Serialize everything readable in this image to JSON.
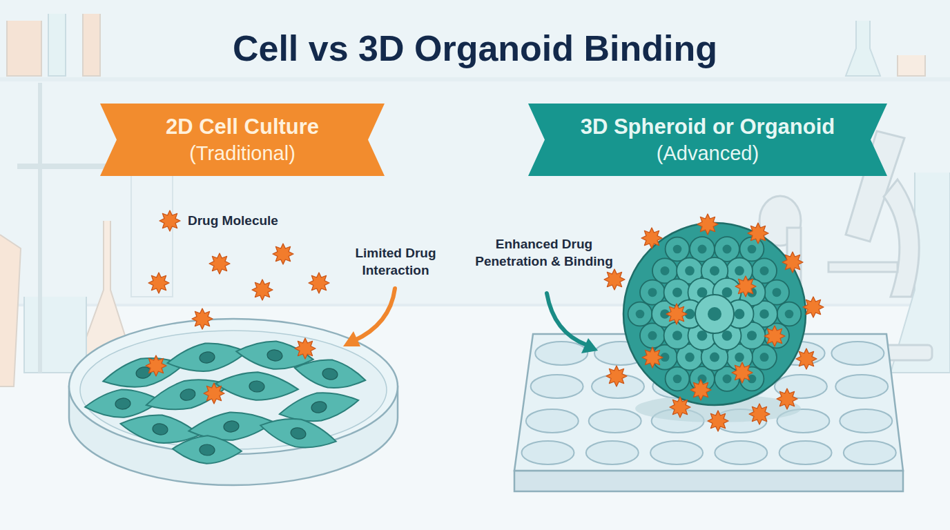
{
  "diagram": {
    "title": "Cell vs 3D Organoid Binding",
    "nodes": [
      {
        "text": [
          "2D Cell Culture",
          "(Traditional)"
        ]
      },
      {
        "text": [
          "3D Spheroid or Organoid",
          "(Advanced)"
        ]
      }
    ],
    "labels": [
      "Limited Drug Interaction",
      "Enhanced Drug Penetration & Binding"
    ],
    "legend": [
      {
        "text": "Drug Molecule"
      }
    ]
  }
}
